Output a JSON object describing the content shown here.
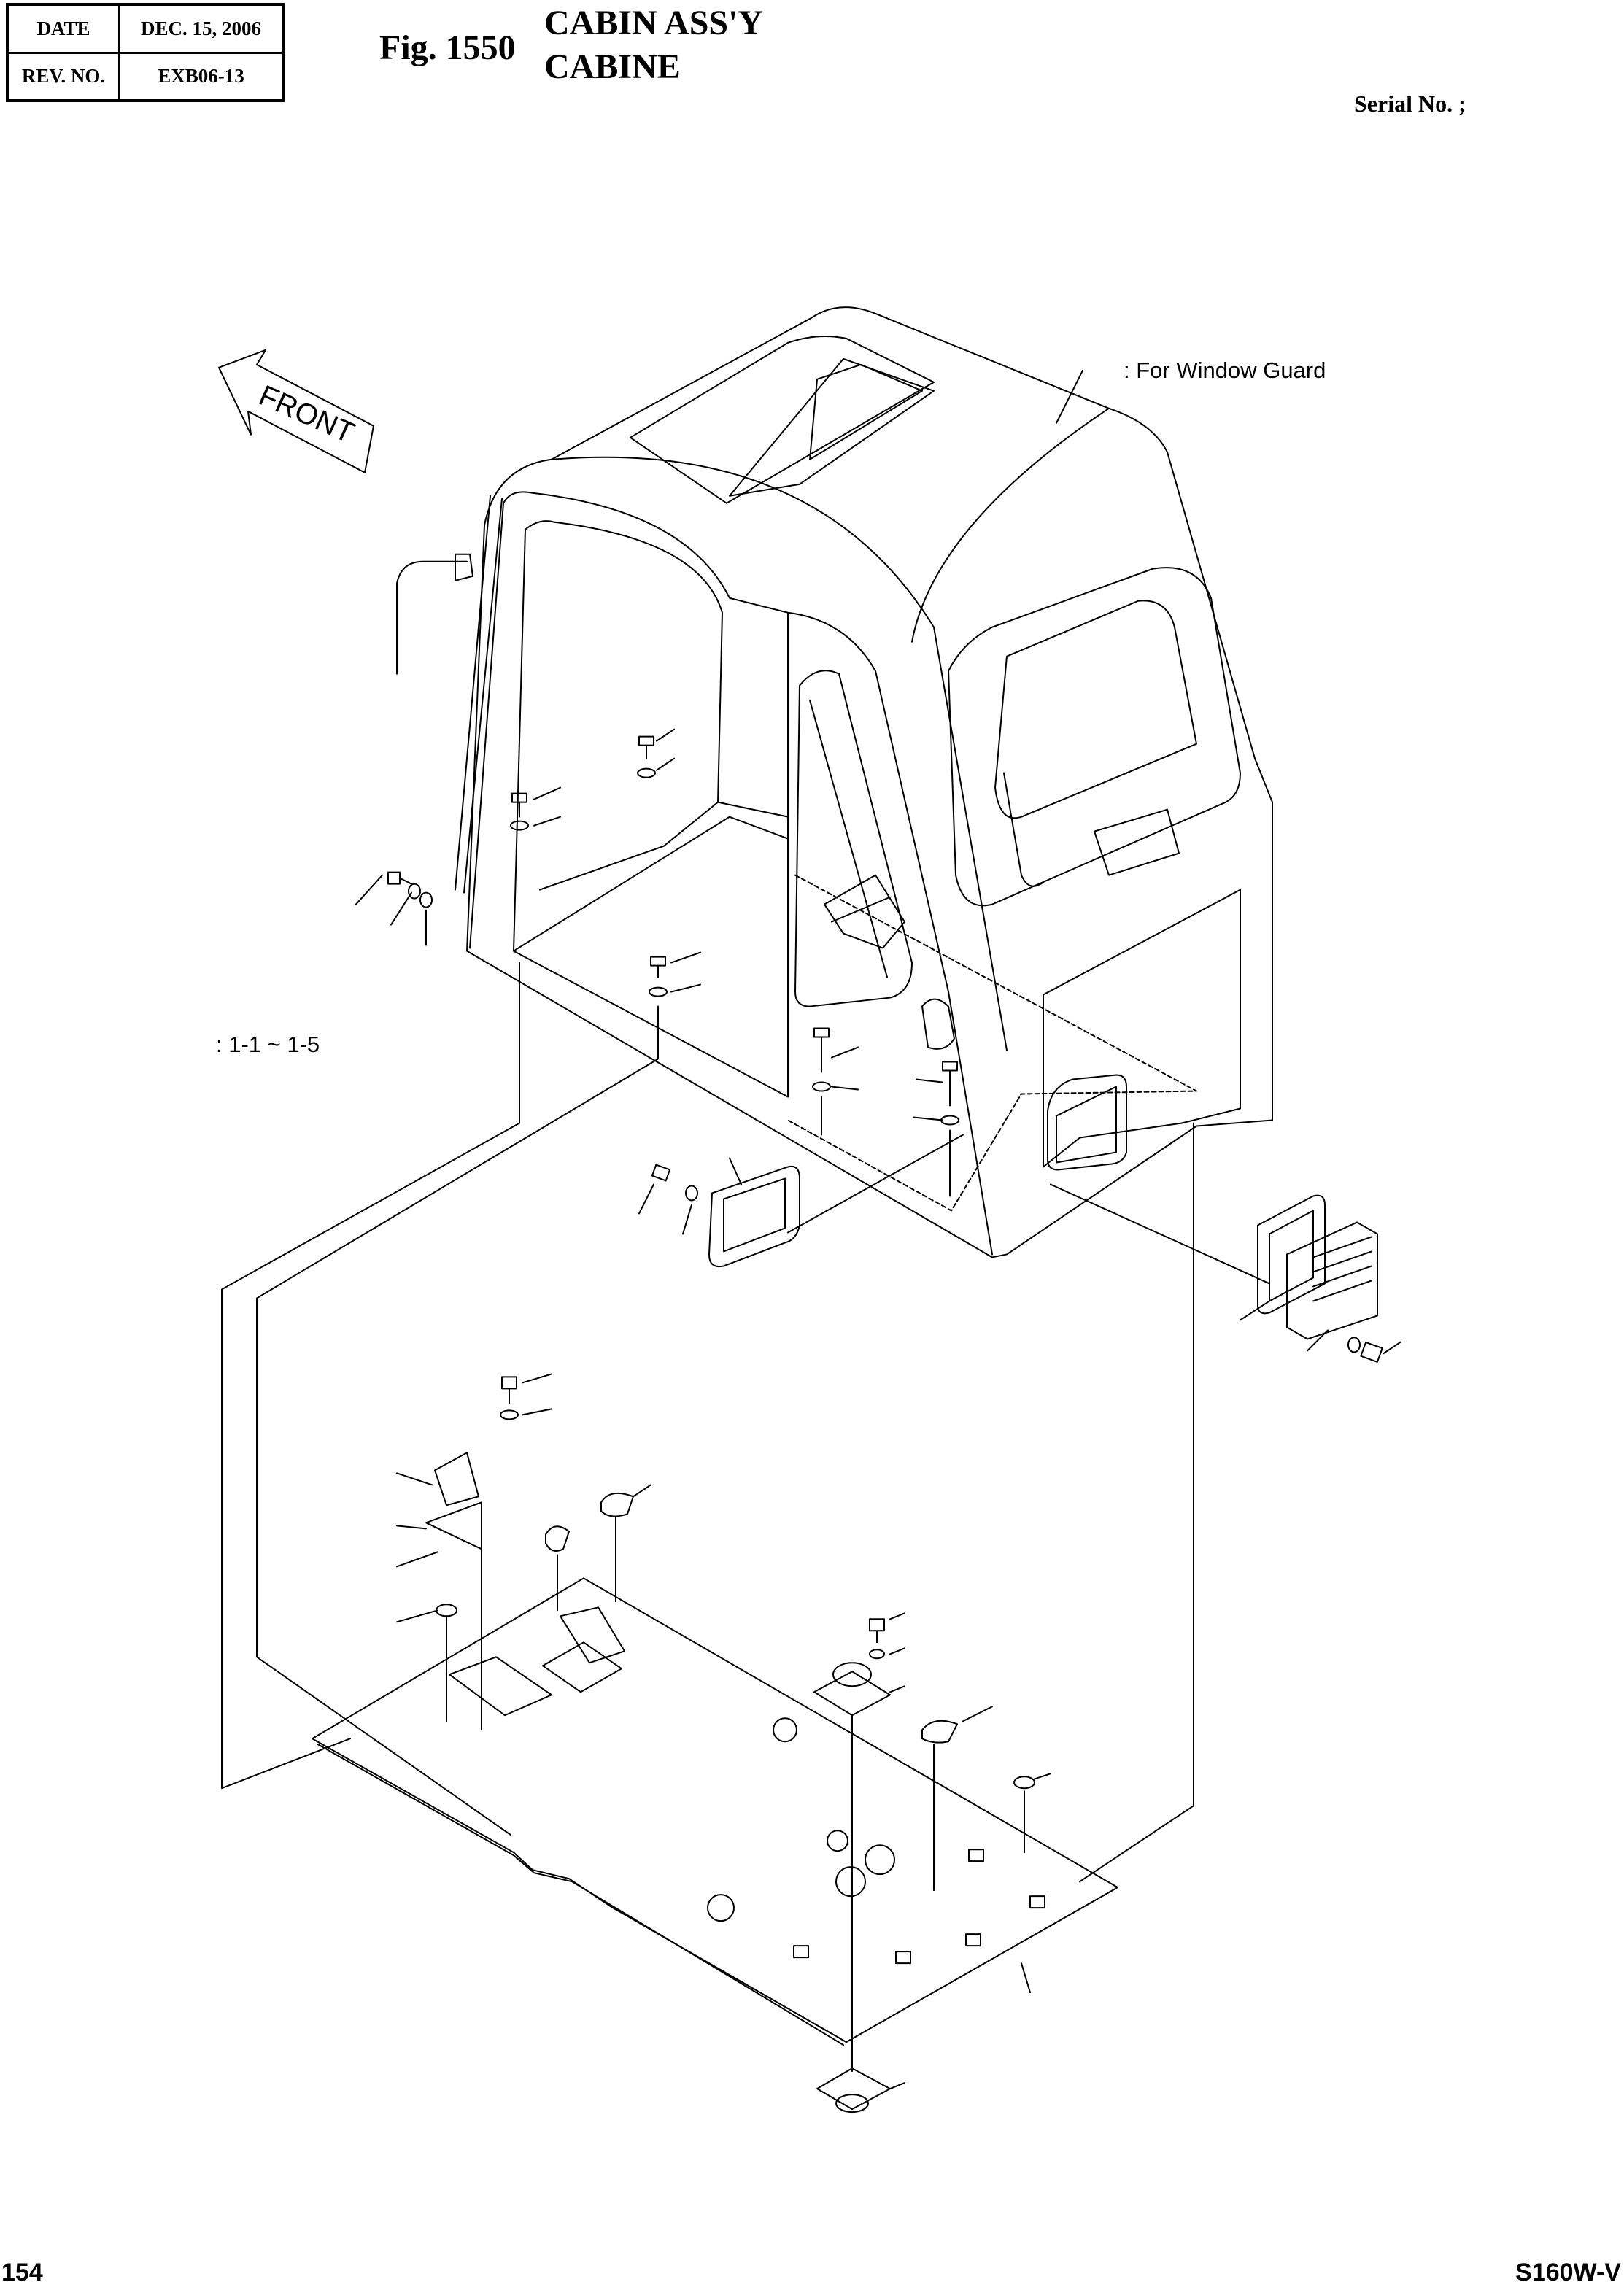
{
  "header": {
    "date_label": "DATE",
    "date_value": "DEC. 15, 2006",
    "rev_label": "REV. NO.",
    "rev_value": "EXB06-13"
  },
  "figure": {
    "number": "Fig. 1550",
    "title_line1": "CABIN ASS'Y",
    "title_line2": "CABINE"
  },
  "serial_label": "Serial No. ;",
  "diagram": {
    "front_arrow_label": "FRONT",
    "callout_window_guard": ": For Window Guard",
    "callout_range": ": 1-1 ~ 1-5"
  },
  "footer": {
    "page_number": "154",
    "model": "S160W-V"
  }
}
